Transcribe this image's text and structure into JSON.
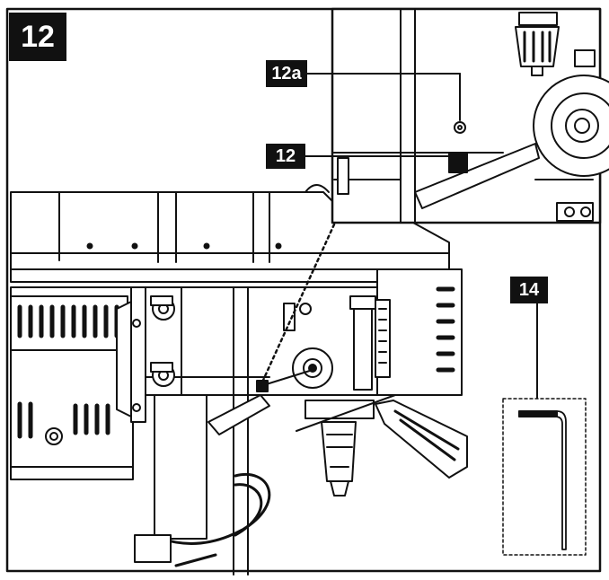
{
  "figure_number": "12",
  "callouts": {
    "bolt": "12a",
    "part": "12",
    "key": "14"
  },
  "colors": {
    "ink": "#111111",
    "paper": "#ffffff"
  },
  "icons": [
    "drill-press-assembly",
    "chuck-icon",
    "screwdriver-icon",
    "allen-key-icon",
    "detail-inset"
  ]
}
